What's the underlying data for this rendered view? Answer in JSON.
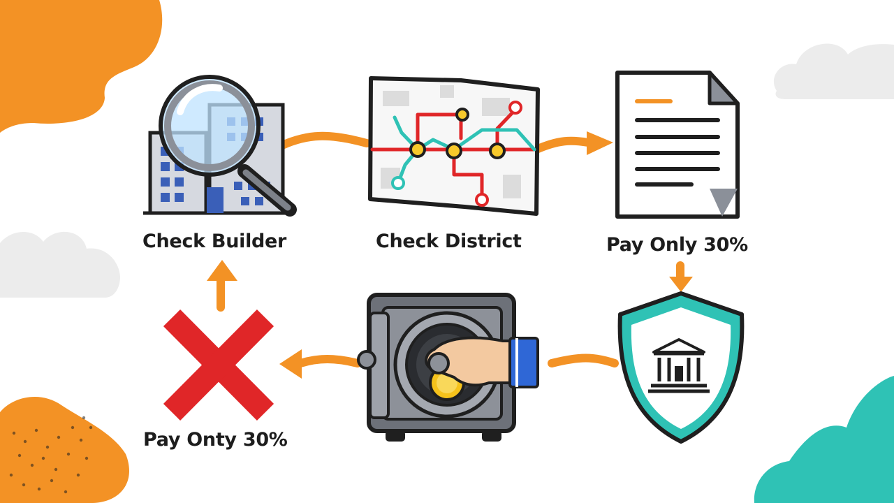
{
  "steps": {
    "check_builder": "Check Builder",
    "check_district": "Check District",
    "pay_top": "Pay Only 30%",
    "pay_bottom": "Pay Onty 30%"
  },
  "colors": {
    "orange": "#f39225",
    "teal": "#2fc2b5",
    "red": "#e02628",
    "dark": "#1f1f1f",
    "cloud": "#ececec"
  },
  "icons": [
    "building-icon",
    "magnifier-icon",
    "map-icon",
    "document-icon",
    "shield-bank-icon",
    "vault-hand-coin-icon",
    "cross-icon"
  ]
}
